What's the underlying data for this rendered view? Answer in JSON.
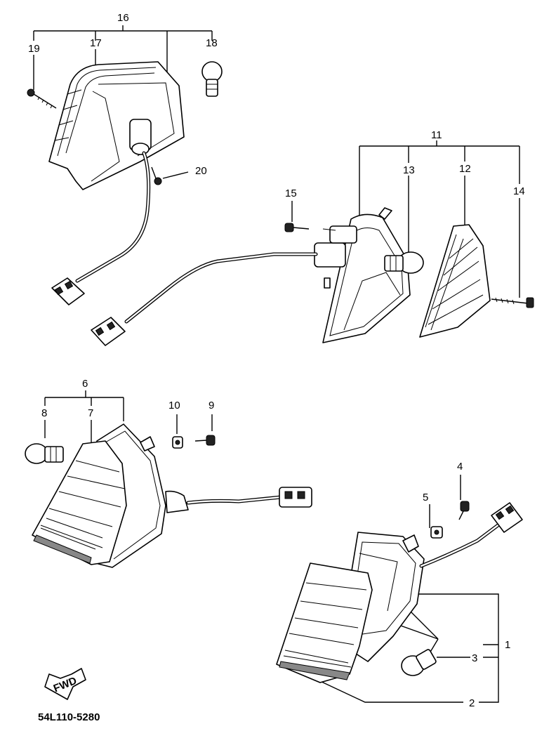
{
  "labels": {
    "p1": "1",
    "p2": "2",
    "p3": "3",
    "p4": "4",
    "p5": "5",
    "p6": "6",
    "p7": "7",
    "p8": "8",
    "p9": "9",
    "p10": "10",
    "p11": "11",
    "p12": "12",
    "p13": "13",
    "p14": "14",
    "p15": "15",
    "p16": "16",
    "p17": "17",
    "p18": "18",
    "p19": "19",
    "p20": "20"
  },
  "fwd_arrow_text": "FWD",
  "diagram_code": "54L110-5280"
}
